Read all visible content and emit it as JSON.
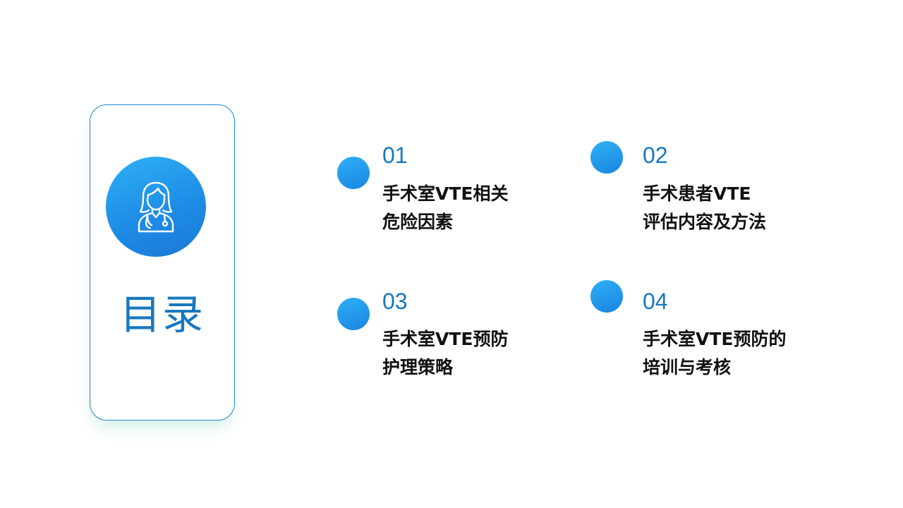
{
  "sidebar": {
    "icon": "doctor-icon",
    "title": "目录"
  },
  "items": [
    {
      "num": "01",
      "line1": "手术室VTE相关",
      "line2": "危险因素"
    },
    {
      "num": "02",
      "line1": "手术患者VTE",
      "line2": "评估内容及方法"
    },
    {
      "num": "03",
      "line1": "手术室VTE预防",
      "line2": "护理策略"
    },
    {
      "num": "04",
      "line1": "手术室VTE预防的",
      "line2": "培训与考核"
    }
  ],
  "colors": {
    "accent": "#1778bf",
    "dot_gradient_start": "#2fb0f7",
    "dot_gradient_end": "#1a84e0",
    "text": "#111111"
  }
}
